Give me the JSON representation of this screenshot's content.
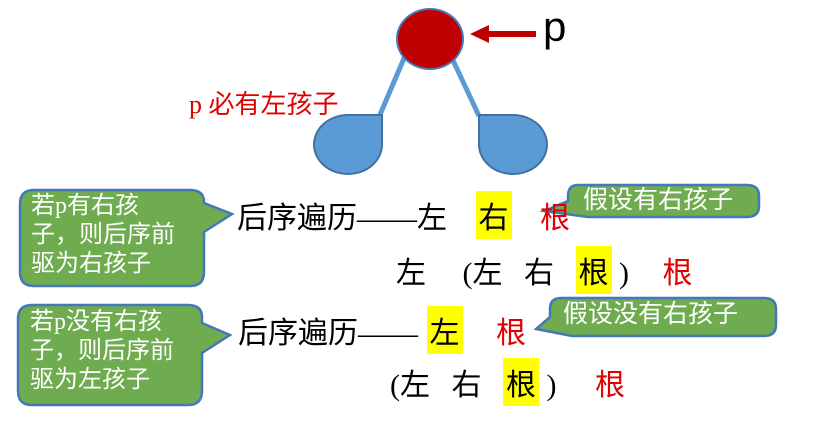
{
  "colors": {
    "node_red": "#C00000",
    "node_blue_fill": "#5B9BD5",
    "node_blue_border": "#41719C",
    "edge_blue": "#5B9BD5",
    "arrow_red": "#C00000",
    "bubble_green": "#6FAC4F",
    "bubble_border_blue": "#4577b9",
    "highlight_yellow": "#FFFF00",
    "text_red": "#e00000",
    "text_black": "#000000",
    "bubble_text_white": "#ffffff"
  },
  "tree": {
    "pointer_label": "p",
    "caption": "p 必有左孩子",
    "nodes": [
      "root",
      "left-child",
      "right-child"
    ]
  },
  "callouts": {
    "left1": "若p有右孩\n子，则后序前\n驱为右孩子",
    "right1": "假设有右孩子",
    "left2": "若p没有右孩\n子，则后序前\n驱为左孩子",
    "right2": "假设没有右孩子"
  },
  "traversal": {
    "row1": {
      "label": "后序遍历——左",
      "highlighted": "右",
      "root": "根"
    },
    "row2": {
      "left": "左",
      "open": "(左",
      "mid": "右",
      "highlighted": "根",
      "close": ")",
      "root": "根"
    },
    "row3": {
      "label": "后序遍历——",
      "highlighted": "左",
      "root": "根"
    },
    "row4": {
      "open": "(左",
      "mid": "右",
      "highlighted": "根",
      "close": ")",
      "root": "根"
    }
  }
}
